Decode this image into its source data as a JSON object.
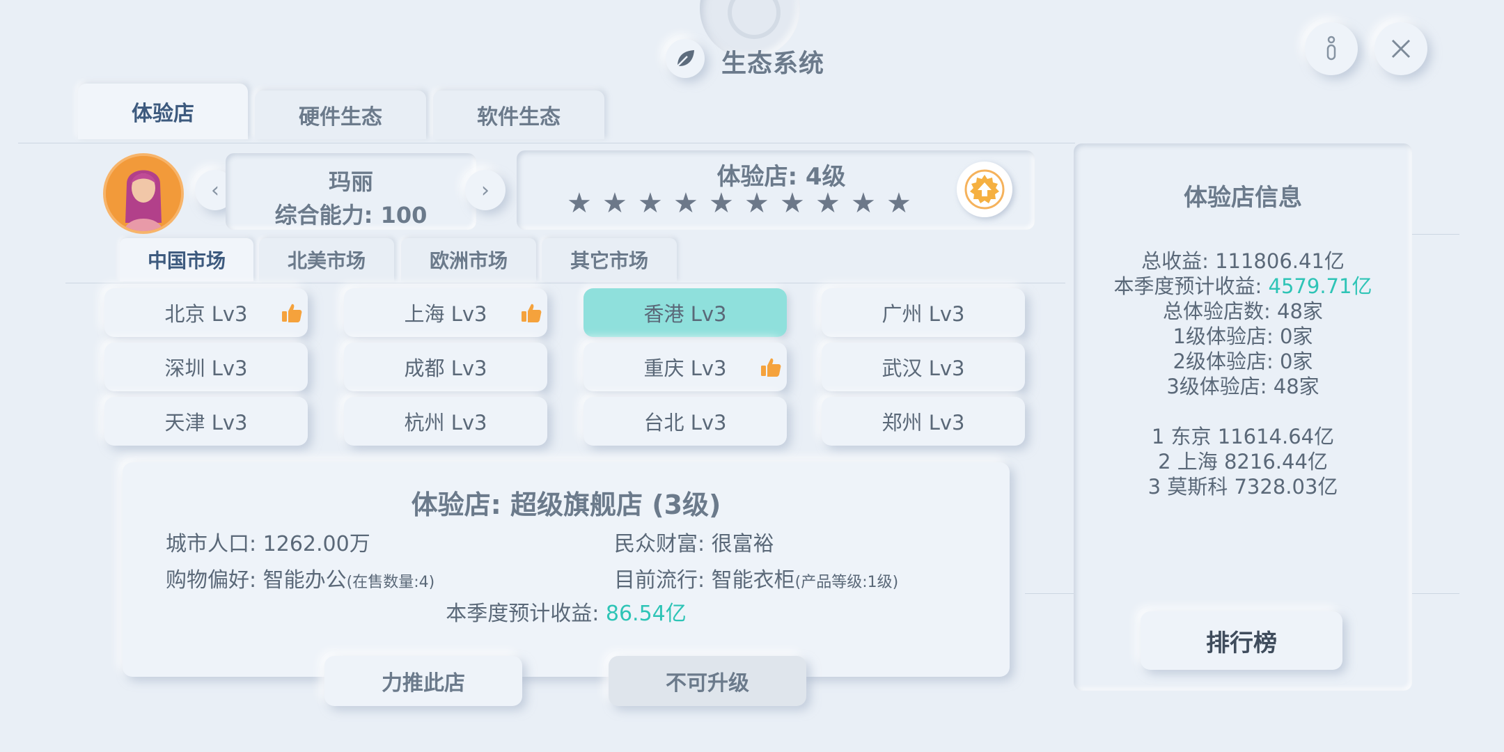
{
  "header": {
    "title": "生态系统",
    "info_icon": "info-icon",
    "close_icon": "close-icon",
    "eco_icon": "leaf-icon"
  },
  "main_tabs": [
    {
      "label": "体验店",
      "active": true
    },
    {
      "label": "硬件生态",
      "active": false
    },
    {
      "label": "软件生态",
      "active": false
    }
  ],
  "profile": {
    "name": "玛丽",
    "ability": "综合能力: 100"
  },
  "store_level": {
    "label": "体验店: 4级",
    "stars_total": 10,
    "stars_filled": 10
  },
  "market_tabs": [
    {
      "label": "中国市场",
      "active": true
    },
    {
      "label": "北美市场",
      "active": false
    },
    {
      "label": "欧洲市场",
      "active": false
    },
    {
      "label": "其它市场",
      "active": false
    }
  ],
  "cities": [
    {
      "label": "北京 Lv3",
      "thumb": true,
      "selected": false
    },
    {
      "label": "上海 Lv3",
      "thumb": true,
      "selected": false
    },
    {
      "label": "香港 Lv3",
      "thumb": false,
      "selected": true
    },
    {
      "label": "广州 Lv3",
      "thumb": false,
      "selected": false
    },
    {
      "label": "深圳 Lv3",
      "thumb": false,
      "selected": false
    },
    {
      "label": "成都 Lv3",
      "thumb": false,
      "selected": false
    },
    {
      "label": "重庆 Lv3",
      "thumb": true,
      "selected": false
    },
    {
      "label": "武汉 Lv3",
      "thumb": false,
      "selected": false
    },
    {
      "label": "天津 Lv3",
      "thumb": false,
      "selected": false
    },
    {
      "label": "杭州 Lv3",
      "thumb": false,
      "selected": false
    },
    {
      "label": "台北 Lv3",
      "thumb": false,
      "selected": false
    },
    {
      "label": "郑州 Lv3",
      "thumb": false,
      "selected": false
    }
  ],
  "detail": {
    "title": "体验店: 超级旗舰店 (3级)",
    "population": "城市人口: 1262.00万",
    "wealth": "民众财富: 很富裕",
    "preference_label": "购物偏好: 智能办公",
    "preference_note": "(在售数量:4)",
    "trend_label": "目前流行: 智能衣柜",
    "trend_note": "(产品等级:1级)",
    "revenue_label": "本季度预计收益: ",
    "revenue_value": "86.54亿",
    "push_button": "力推此店",
    "upgrade_button": "不可升级"
  },
  "info_panel": {
    "title": "体验店信息",
    "total_revenue": "总收益: 111806.41亿",
    "season_label": "本季度预计收益: ",
    "season_value": "4579.71亿",
    "total_stores": "总体验店数: 48家",
    "level1": "1级体验店: 0家",
    "level2": "2级体验店: 0家",
    "level3": "3级体验店: 48家",
    "ranking": [
      "1  东京  11614.64亿",
      "2  上海  8216.44亿",
      "3  莫斯科  7328.03亿"
    ],
    "ranking_button": "排行榜"
  },
  "colors": {
    "accent_teal": "#2ec4b6",
    "selected_city": "#8fe0dc",
    "thumb_orange": "#f5a23c"
  }
}
